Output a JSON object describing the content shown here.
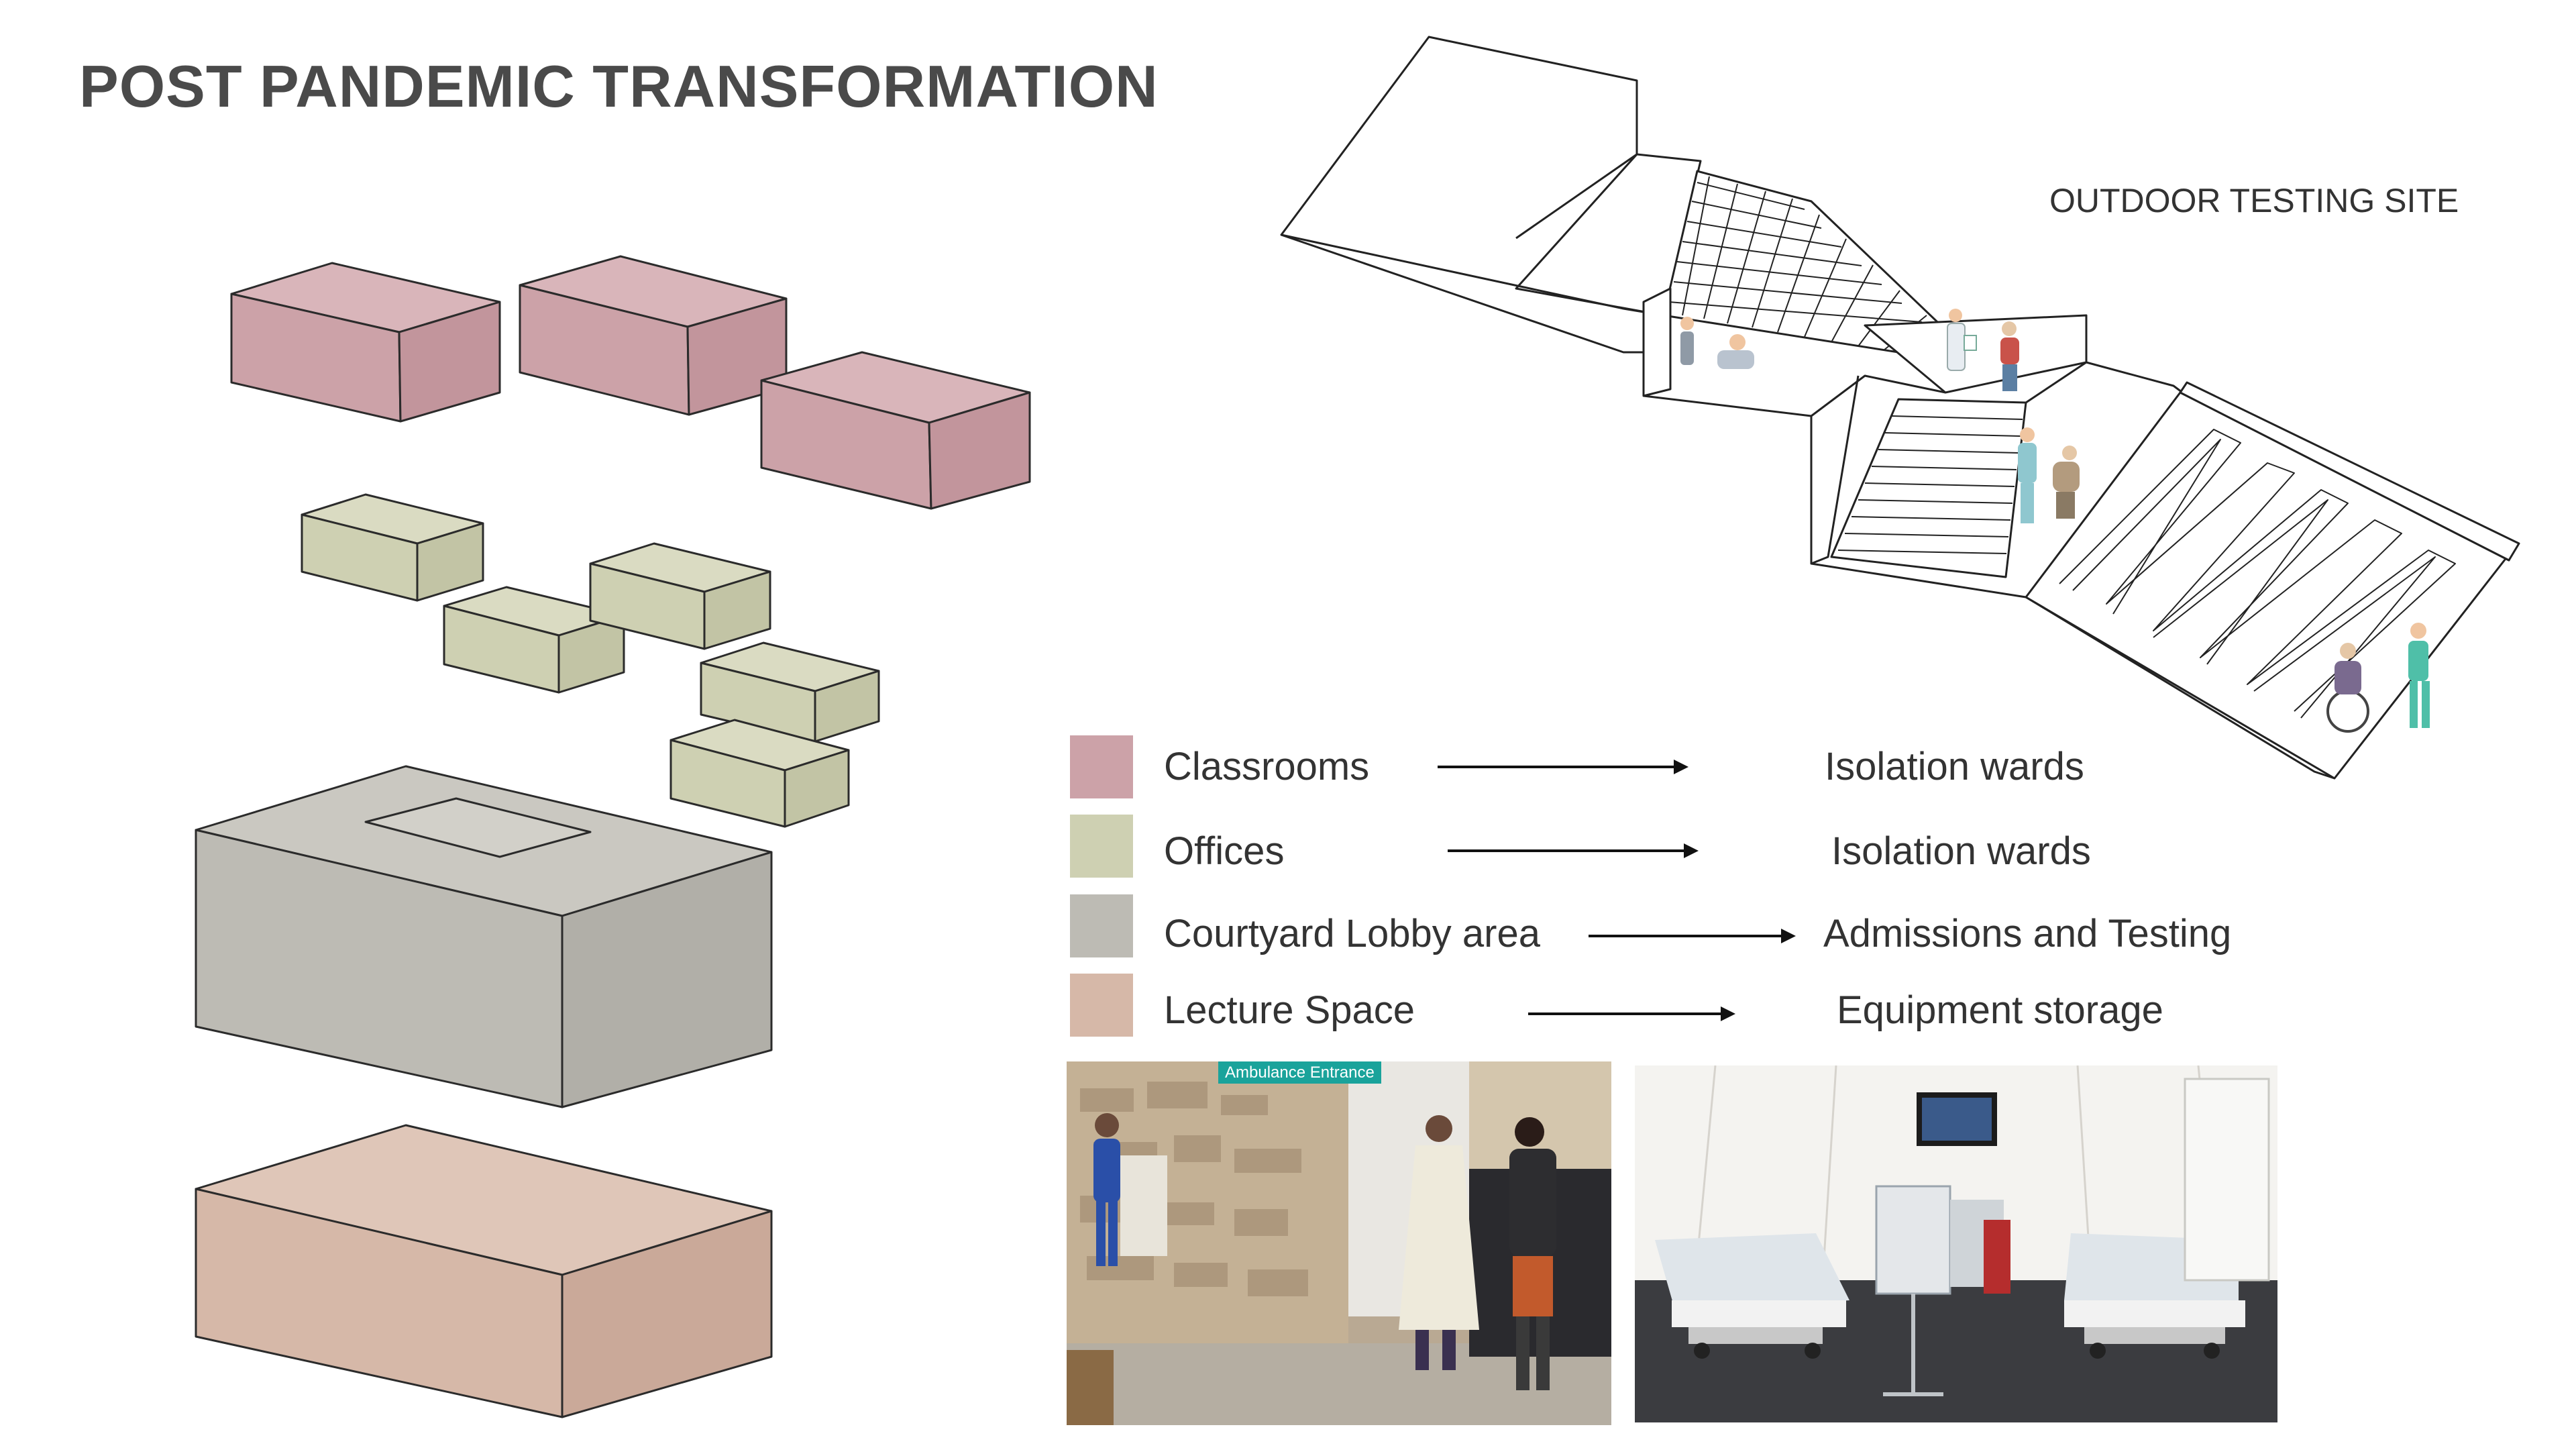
{
  "title": "POST PANDEMIC TRANSFORMATION",
  "site_label": "OUTDOOR TESTING SITE",
  "colors": {
    "classrooms": "#cca2a8",
    "offices": "#ced0b2",
    "courtyard": "#bdbbb4",
    "lecture": "#d6b8a8",
    "outline": "#2b2b2b",
    "badge": "#1aa39b"
  },
  "legend": [
    {
      "from": "Classrooms",
      "to": "Isolation wards",
      "color": "#cca2a8"
    },
    {
      "from": "Offices",
      "to": "Isolation wards",
      "color": "#ced0b2"
    },
    {
      "from": "Courtyard Lobby area",
      "to": "Admissions and Testing",
      "color": "#bdbbb4"
    },
    {
      "from": "Lecture Space",
      "to": "Equipment storage",
      "color": "#d6b8a8"
    }
  ],
  "photo_left": {
    "sign": "Ambulance Entrance"
  }
}
